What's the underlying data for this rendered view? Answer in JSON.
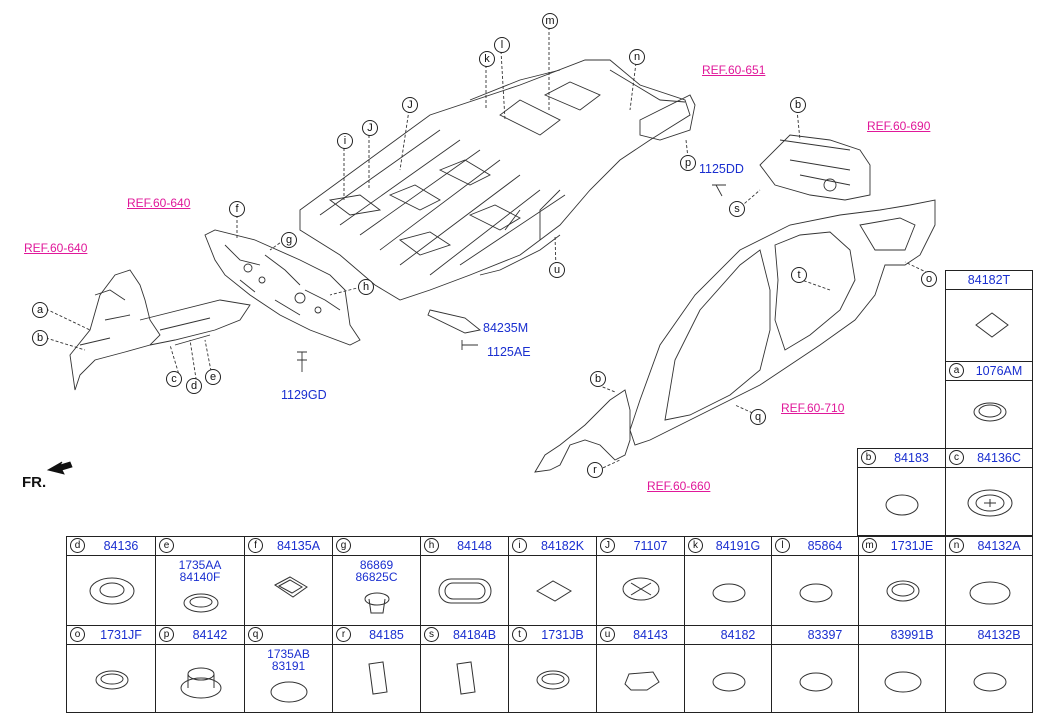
{
  "refs": {
    "ref_640_top": "REF.60-640",
    "ref_640_left": "REF.60-640",
    "ref_651": "REF.60-651",
    "ref_690": "REF.60-690",
    "ref_710": "REF.60-710",
    "ref_660": "REF.60-660"
  },
  "part_labels": {
    "p1125DD": "1125DD",
    "p84235M": "84235M",
    "p1125AE": "1125AE",
    "p1129GD": "1129GD"
  },
  "direction": "FR.",
  "callouts": {
    "a": "a",
    "b": "b",
    "c": "c",
    "d": "d",
    "e": "e",
    "f": "f",
    "g": "g",
    "h": "h",
    "i": "i",
    "J": "J",
    "k": "k",
    "l": "l",
    "m": "m",
    "n": "n",
    "o": "o",
    "p": "p",
    "q": "q",
    "r": "r",
    "s": "s",
    "t": "t",
    "u": "u"
  },
  "legend": {
    "c84182T": {
      "code": "84182T"
    },
    "a": {
      "letter": "a",
      "code": "1076AM"
    },
    "b": {
      "letter": "b",
      "code": "84183"
    },
    "c": {
      "letter": "c",
      "code": "84136C"
    },
    "d": {
      "letter": "d",
      "code": "84136"
    },
    "e": {
      "letter": "e",
      "code": "",
      "line1": "1735AA",
      "line2": "84140F"
    },
    "f": {
      "letter": "f",
      "code": "84135A"
    },
    "g": {
      "letter": "g",
      "code": "",
      "line1": "86869",
      "line2": "86825C"
    },
    "h": {
      "letter": "h",
      "code": "84148"
    },
    "i": {
      "letter": "i",
      "code": "84182K"
    },
    "J": {
      "letter": "J",
      "code": "71107"
    },
    "k": {
      "letter": "k",
      "code": "84191G"
    },
    "l": {
      "letter": "l",
      "code": "85864"
    },
    "m": {
      "letter": "m",
      "code": "1731JE"
    },
    "n": {
      "letter": "n",
      "code": "84132A"
    },
    "o": {
      "letter": "o",
      "code": "1731JF"
    },
    "p": {
      "letter": "p",
      "code": "84142"
    },
    "q": {
      "letter": "q",
      "code": "",
      "line1": "1735AB",
      "line2": "83191"
    },
    "r": {
      "letter": "r",
      "code": "84185"
    },
    "s": {
      "letter": "s",
      "code": "84184B"
    },
    "t": {
      "letter": "t",
      "code": "1731JB"
    },
    "u": {
      "letter": "u",
      "code": "84143"
    },
    "x1": {
      "code": "84182"
    },
    "x2": {
      "code": "83397"
    },
    "x3": {
      "code": "83991B"
    },
    "x4": {
      "code": "84132B"
    }
  }
}
